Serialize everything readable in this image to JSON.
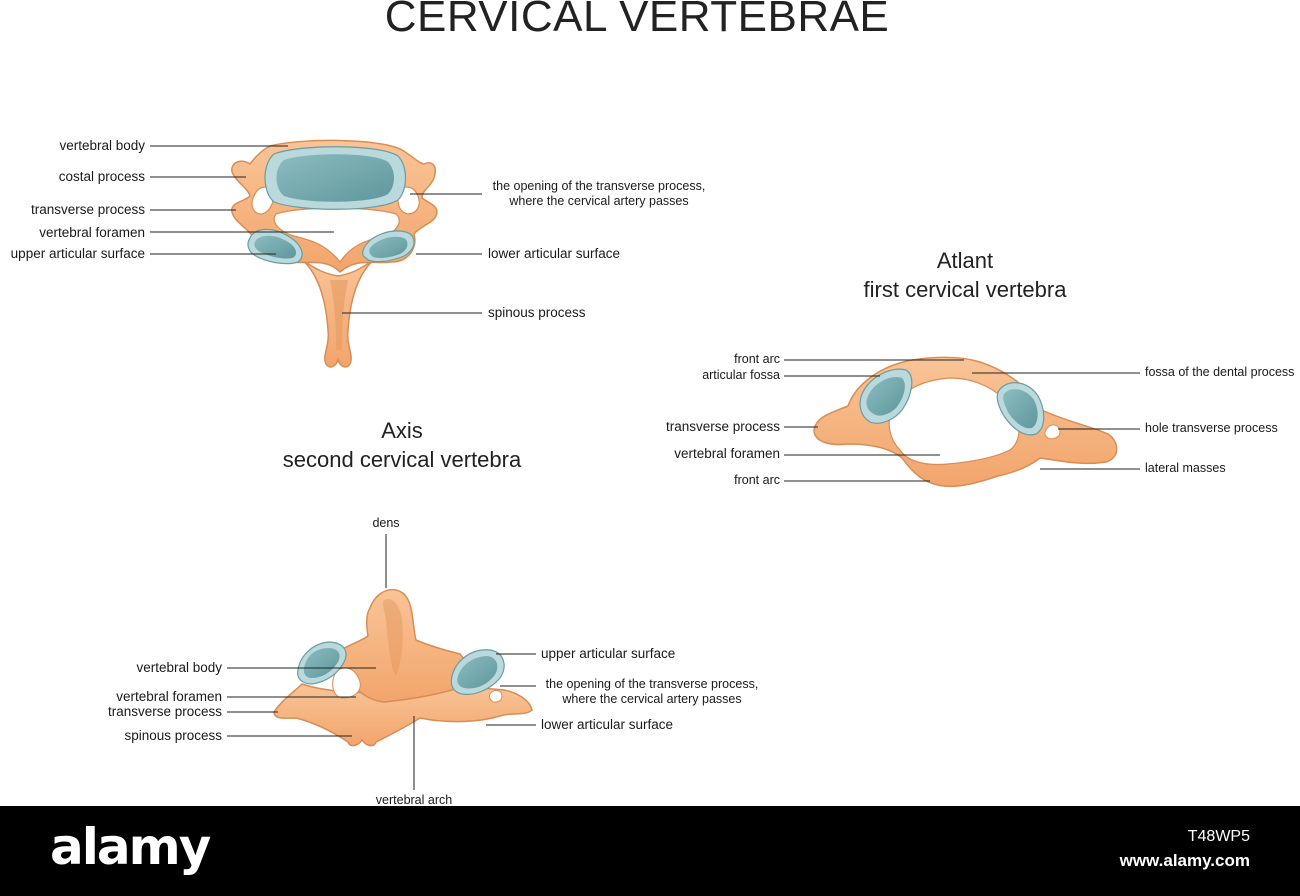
{
  "title": "CERVICAL VERTEBRAE",
  "typical": {
    "labels": {
      "vertebral_body": "vertebral body",
      "costal_process": "costal process",
      "transverse_process": "transverse process",
      "vertebral_foramen": "vertebral foramen",
      "upper_articular_surface": "upper articular surface",
      "opening_line1": "the opening of the transverse process,",
      "opening_line2": "where the cervical artery passes",
      "lower_articular_surface": "lower articular surface",
      "spinous_process": "spinous process"
    }
  },
  "atlant": {
    "title_line1": "Atlant",
    "title_line2": "first cervical vertebra",
    "labels": {
      "front_arc_top": "front arc",
      "articular_fossa": "articular fossa",
      "transverse_process": "transverse process",
      "vertebral_foramen": "vertebral foramen",
      "front_arc_bottom": "front arc",
      "fossa_dental": "fossa of the dental process",
      "hole_transverse": "hole transverse process",
      "lateral_masses": "lateral masses"
    }
  },
  "axis": {
    "title_line1": "Axis",
    "title_line2": "second cervical vertebra",
    "labels": {
      "dens": "dens",
      "vertebral_body": "vertebral body",
      "vertebral_foramen": "vertebral foramen",
      "transverse_process": "transverse process",
      "spinous_process": "spinous process",
      "upper_articular_surface": "upper articular surface",
      "opening_line1": "the opening of the transverse process,",
      "opening_line2": "where the cervical artery passes",
      "lower_articular_surface": "lower articular surface",
      "vertebral_arch": "vertebral arch"
    }
  },
  "colors": {
    "bone": "#f7b683",
    "bone_dark": "#d98d55",
    "bone_shadow": "#e59a62",
    "cartilage": "#78aeb2",
    "cartilage_light": "#b9d9dc",
    "line": "#222222",
    "footer_bg": "#000000"
  },
  "footer": {
    "brand": "alamy",
    "image_id": "T48WP5",
    "url": "www.alamy.com"
  }
}
